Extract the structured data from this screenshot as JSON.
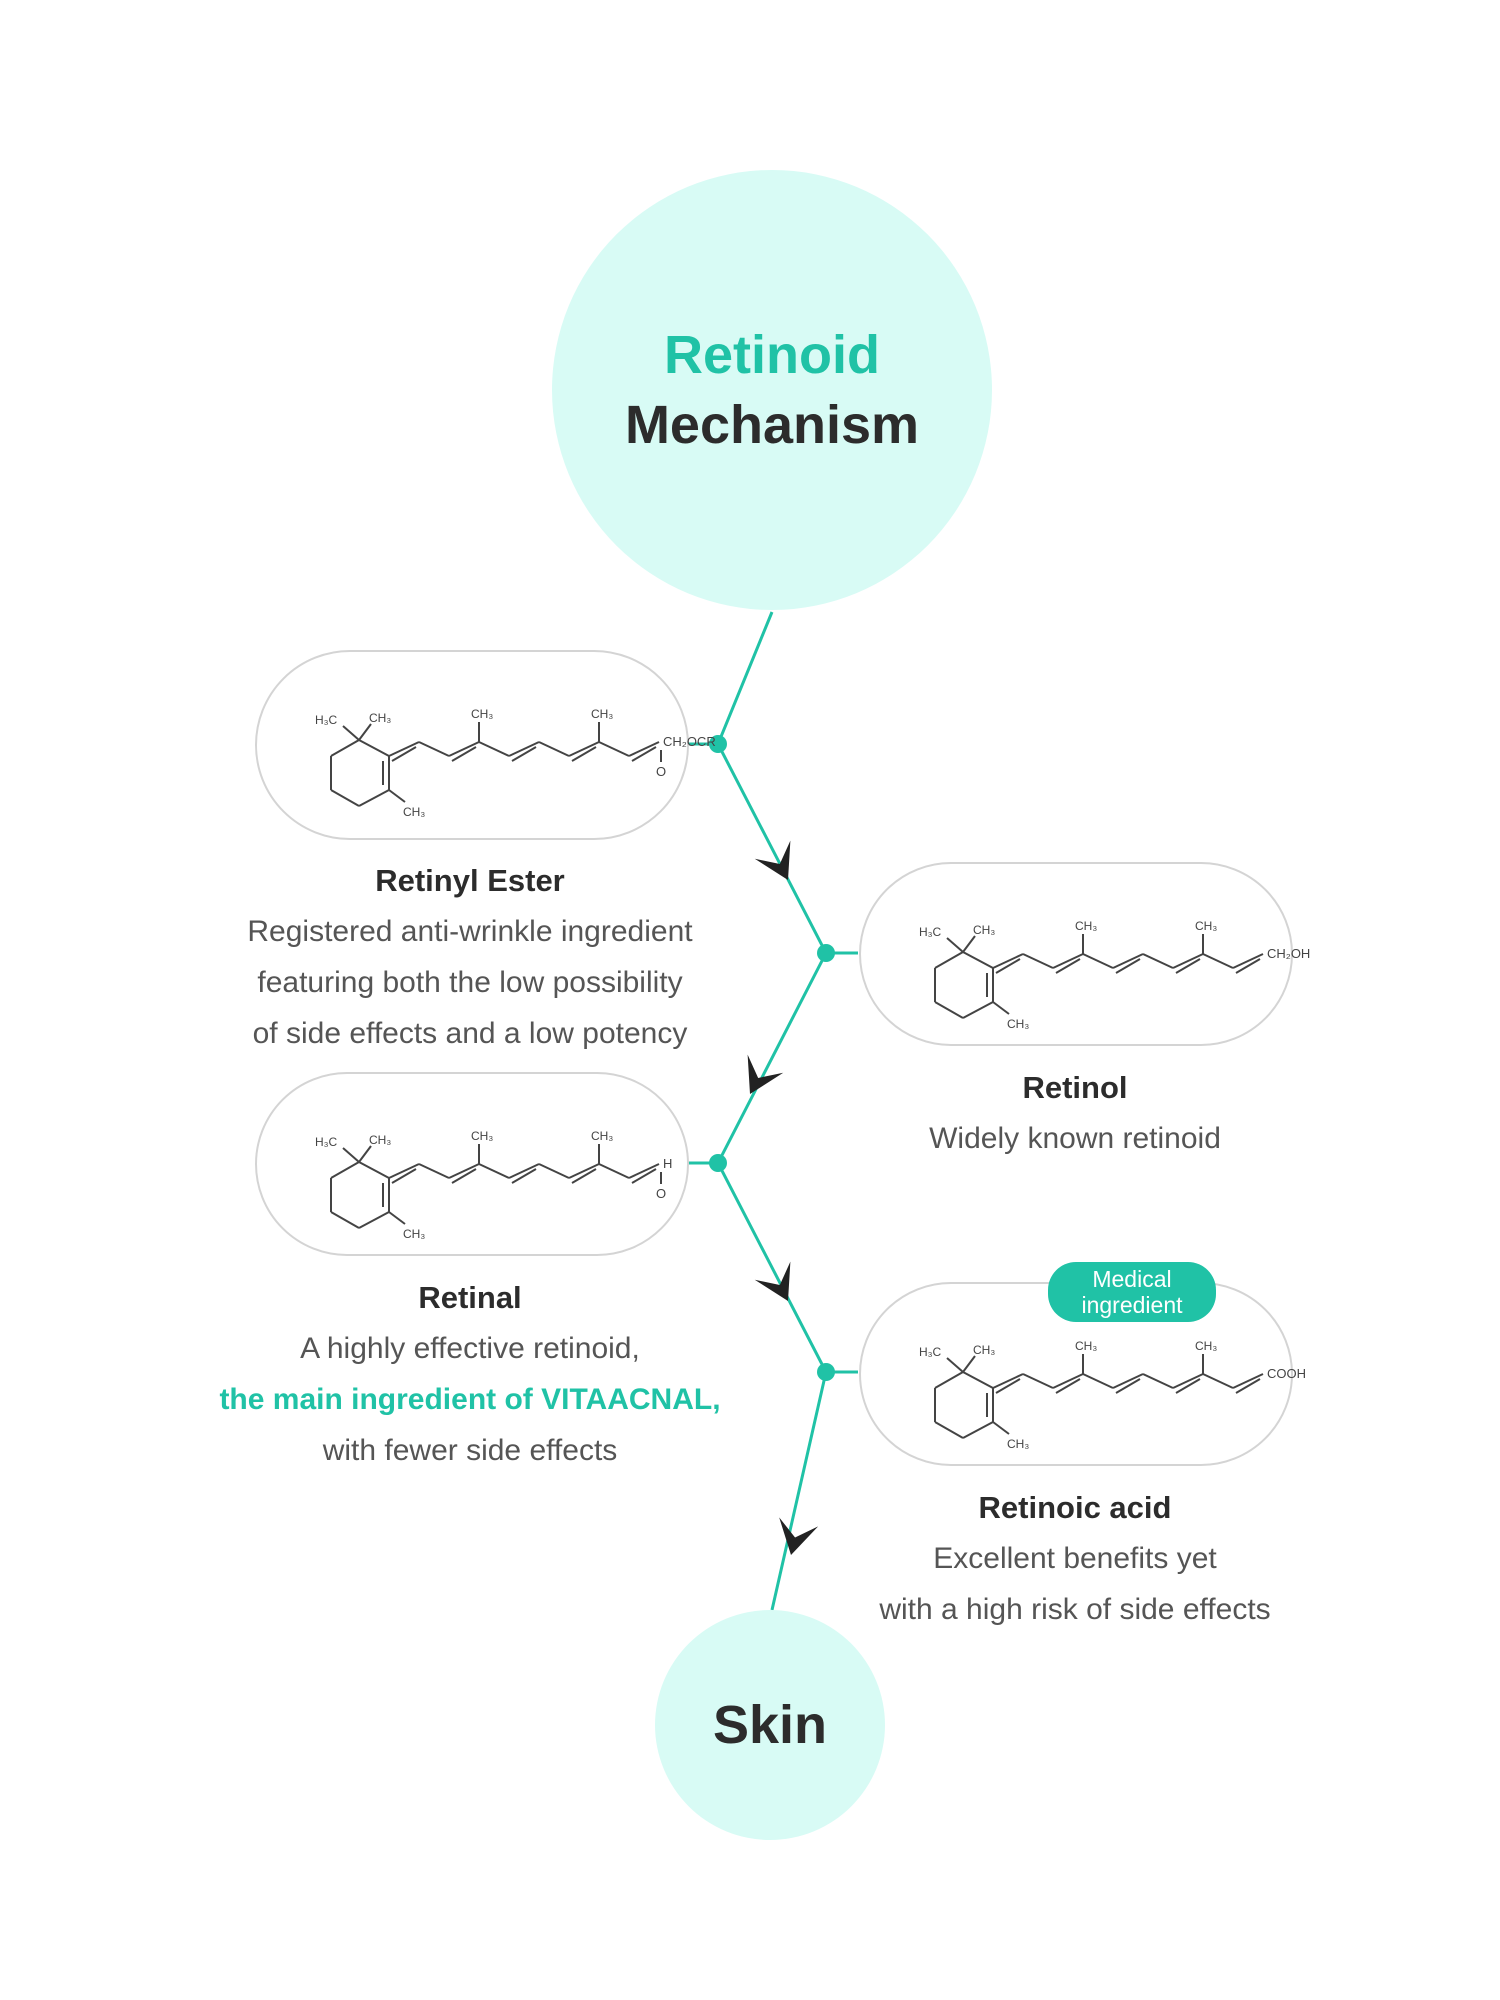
{
  "header": {
    "line1": "Retinoid",
    "line2": "Mechanism"
  },
  "end": {
    "label": "Skin"
  },
  "stages": [
    {
      "name": "Retinyl Ester",
      "desc_lines": [
        "Registered anti-wrinkle ingredient",
        "featuring both the low possibility",
        "of side effects and a low potency"
      ],
      "end_group": "CH₂OCR",
      "end_sub": "O"
    },
    {
      "name": "Retinol",
      "desc_lines": [
        "Widely known retinoid"
      ],
      "end_group": "CH₂OH"
    },
    {
      "name": "Retinal",
      "desc_lines": [
        "A highly effective retinoid,",
        "the main ingredient of VITAACNAL,",
        "with fewer side effects"
      ],
      "highlight_line": "the main ingredient of VITAACNAL,",
      "end_group": "H",
      "end_sub": "O"
    },
    {
      "name": "Retinoic acid",
      "desc_lines": [
        "Excellent benefits yet",
        "with a high risk of side effects"
      ],
      "badge": "Medical ingredient",
      "end_group": "COOH"
    }
  ],
  "molecule_labels": {
    "gem_dimethyl": [
      "H₃C",
      "CH₃"
    ],
    "ring_methyl": "CH₃",
    "chain_methyl": "CH₃"
  },
  "colors": {
    "accent": "#20c2a6",
    "circle_fill": "#d8fbf5",
    "arrow": "#222222",
    "pill_border": "#d4d4d4"
  }
}
